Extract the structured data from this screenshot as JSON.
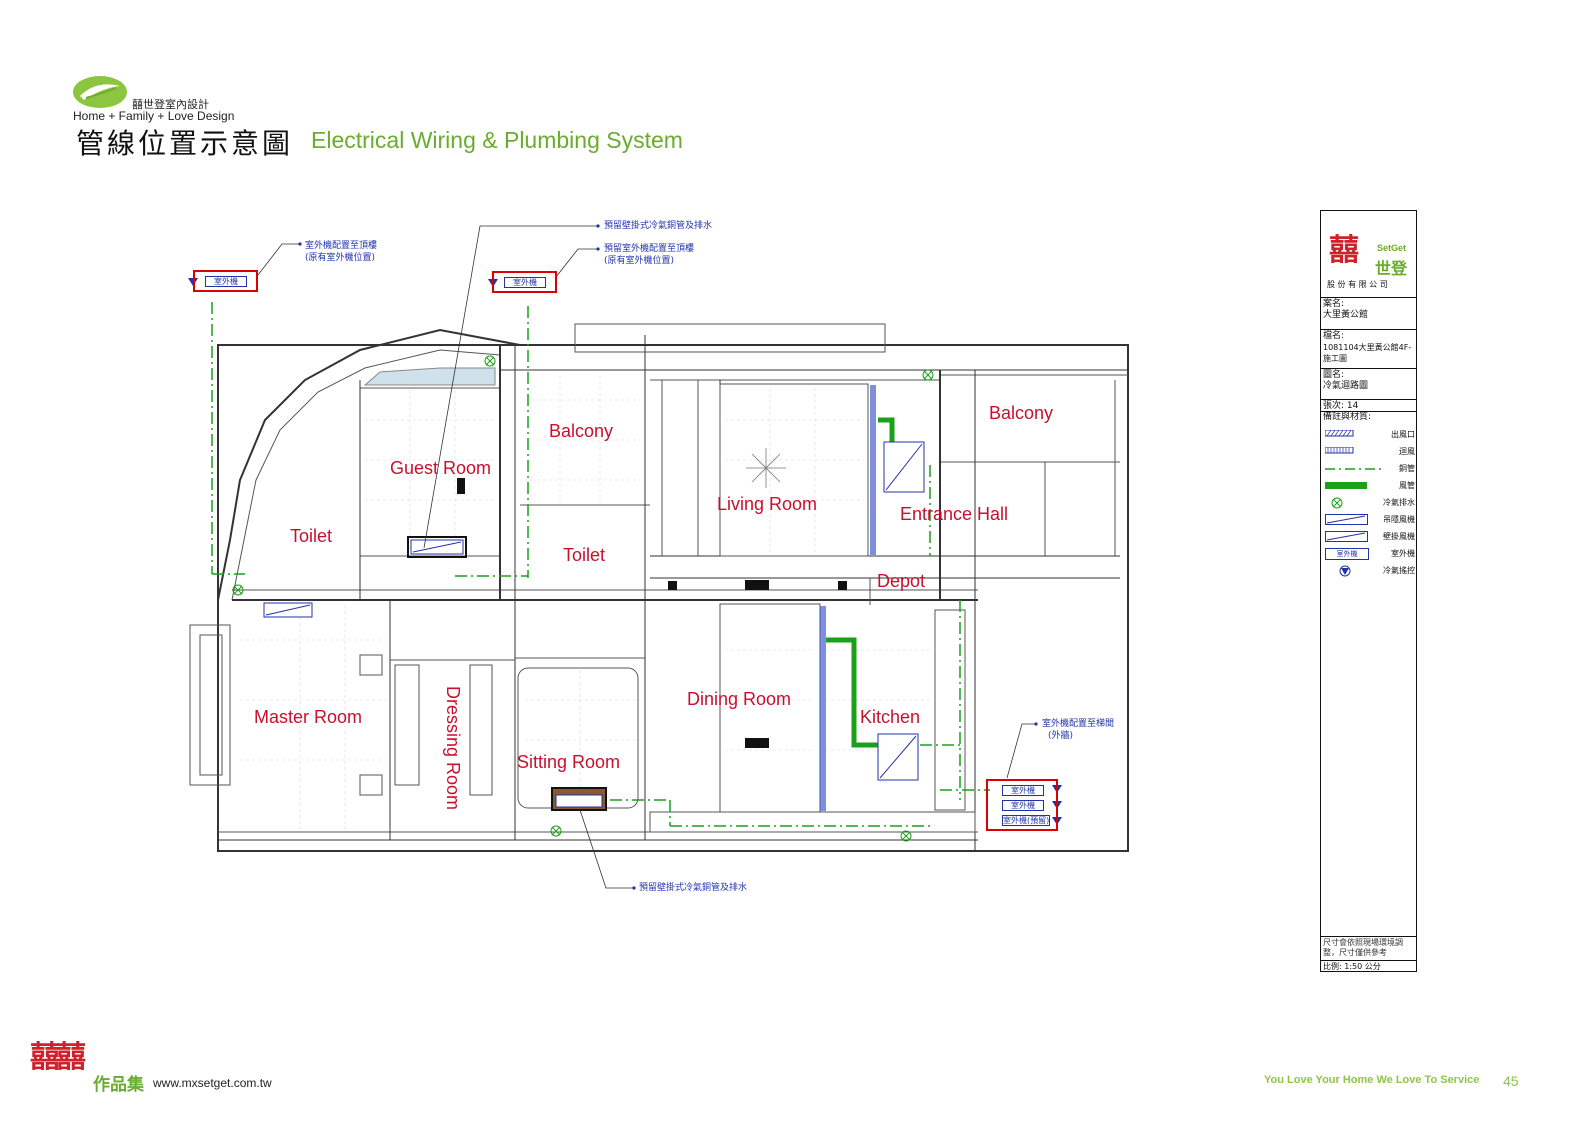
{
  "header": {
    "brand_cn": "囍世登室內設計",
    "brand_en": "Home + Family + Love Design",
    "title_cn": "管線位置示意圖",
    "title_en": "Electrical Wiring & Plumbing System"
  },
  "rooms": {
    "balcony_left": "Balcony",
    "balcony_right": "Balcony",
    "guest_room": "Guest Room",
    "living_room": "Living Room",
    "entrance_hall": "Entrance Hall",
    "toilet_left": "Toilet",
    "toilet_mid": "Toilet",
    "depot": "Depot",
    "master_room": "Master Room",
    "dressing_room": "Dressing Room",
    "sitting_room": "Sitting Room",
    "dining_room": "Dining Room",
    "kitchen": "Kitchen"
  },
  "annotations": {
    "outdoor_unit_roof_1": "室外機配置至頂樓",
    "outdoor_unit_roof_1b": "(原有室外機位置)",
    "reserved_wall_pipe_top": "預留壁掛式冷氣銅管及排水",
    "outdoor_unit_roof_2": "預留室外機配置至頂樓",
    "outdoor_unit_roof_2b": "(原有室外機位置)",
    "outdoor_unit_stair": "室外機配置至梯間",
    "outdoor_unit_stair_b": "(外牆)",
    "reserved_wall_pipe_bottom": "預留壁掛式冷氣銅管及排水"
  },
  "units": {
    "outdoor": "室外機",
    "outdoor_reserved": "室外機(預留)"
  },
  "title_block": {
    "logo_text": "SetGet",
    "logo_cn": "世登",
    "company": "股 份 有 限 公 司",
    "case_label": "案名:",
    "case_value": "大里黃公館",
    "file_label": "檔名:",
    "file_value": "1081104大里黃公館4F-施工圖",
    "drawing_label": "圖名:",
    "drawing_value": "冷氣迴路圖",
    "sheet_label": "張次:",
    "sheet_value": "14",
    "notes_label": "備註與材質:",
    "legend": [
      {
        "label": "出風口",
        "icon": "supply-vent"
      },
      {
        "label": "迴風",
        "icon": "return-vent"
      },
      {
        "label": "銅管",
        "icon": "copper-pipe"
      },
      {
        "label": "風管",
        "icon": "air-duct"
      },
      {
        "label": "冷氣排水",
        "icon": "drain"
      },
      {
        "label": "吊隱風機",
        "icon": "ceiling-unit"
      },
      {
        "label": "壁掛風機",
        "icon": "wall-unit"
      },
      {
        "label": "室外機",
        "icon": "outdoor-unit"
      },
      {
        "label": "冷氣搖控",
        "icon": "remote"
      }
    ],
    "footnote": "尺寸會依照現場環境調整，尺寸僅供參考",
    "scale": "比例: 1:50 公分"
  },
  "footer": {
    "logo_cn": "囍囍",
    "brand": "作品集",
    "url": "www.mxsetget.com.tw",
    "slogan": "You Love Your Home We Love To Service",
    "page": "45"
  },
  "colors": {
    "accent_green": "#6aac2e",
    "room_label_red": "#c8102e",
    "annotation_blue": "#2233aa",
    "duct_green": "#1aa01a"
  }
}
